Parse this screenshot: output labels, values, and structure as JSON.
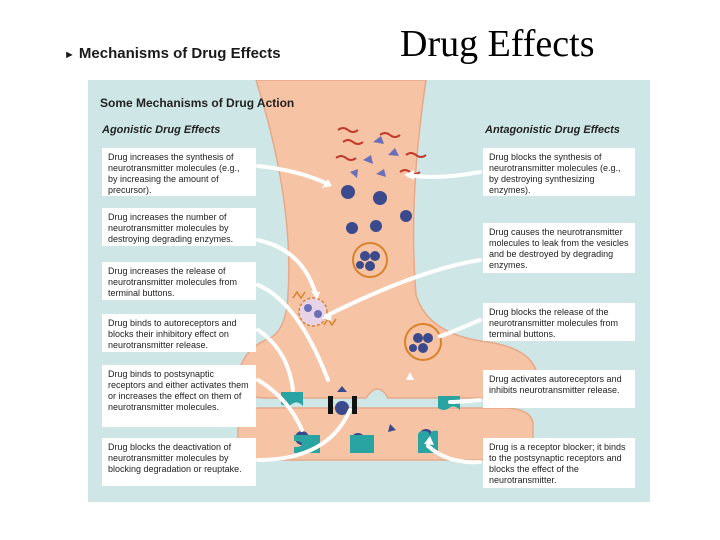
{
  "slide_title": "Drug Effects",
  "section_heading": "Mechanisms of Drug Effects",
  "figure": {
    "title": "Some Mechanisms of Drug Action",
    "agonistic_heading": "Agonistic Drug Effects",
    "antagonistic_heading": "Antagonistic Drug Effects",
    "agonistic": [
      "Drug increases the synthesis of neurotransmitter molecules (e.g., by increasing the amount of precursor).",
      "Drug increases the number of neurotransmitter molecules by destroying degrading enzymes.",
      "Drug increases the release of neurotransmitter molecules from terminal buttons.",
      "Drug binds to autoreceptors and blocks their inhibitory effect on neurotransmitter release.",
      "Drug binds to postsynaptic receptors and either activates them or increases the effect on them of neurotransmitter molecules.",
      "Drug blocks the deactivation of neurotransmitter molecules by blocking degradation or reuptake."
    ],
    "antagonistic": [
      "Drug blocks the synthesis of neurotransmitter molecules (e.g., by destroying synthesizing enzymes).",
      "Drug causes the neurotransmitter molecules to leak from the vesicles and be destroyed by degrading enzymes.",
      "Drug blocks the release of the neurotransmitter molecules from terminal buttons.",
      "Drug activates autoreceptors and inhibits neurotransmitter release.",
      "Drug is a receptor blocker; it binds to the postsynaptic receptors and blocks the effect of the neurotransmitter."
    ]
  },
  "colors": {
    "background": "#cfe6e7",
    "terminal": "#f6c3a4",
    "neurotransmitter": "#3b4a8c",
    "enzyme": "#c0392b",
    "receptor": "#2aa3a3",
    "arrow": "#ffffff"
  }
}
